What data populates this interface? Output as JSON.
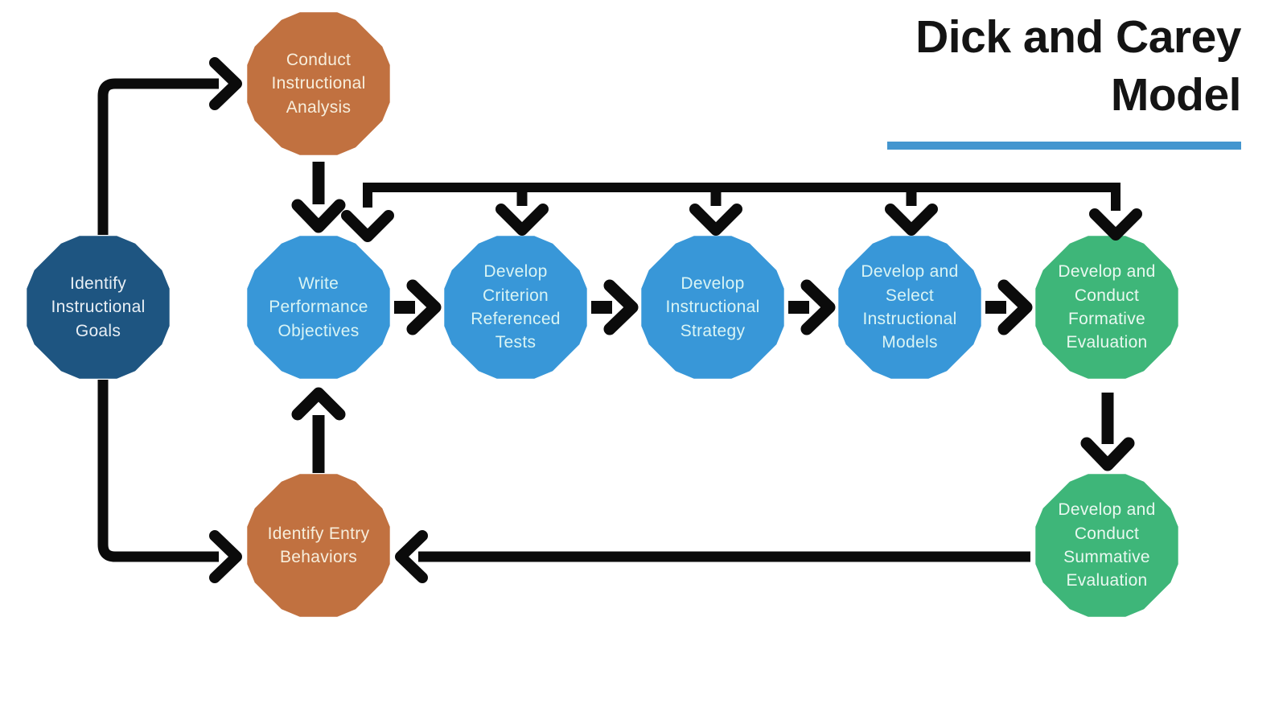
{
  "title": {
    "text": "Dick and Carey Model",
    "text_color": "#141414",
    "underline_color": "#4496cf"
  },
  "diagram": {
    "background": "#ffffff",
    "arrow_color": "#0b0b0b",
    "nodes": [
      {
        "id": "identify-instructional-goals",
        "label": "Identify Instructional Goals",
        "fill": "#1e5581",
        "text_color": "#e9eff5"
      },
      {
        "id": "conduct-instructional-analysis",
        "label": "Conduct Instructional Analysis",
        "fill": "#c17140",
        "text_color": "#f7eedc"
      },
      {
        "id": "write-performance-objectives",
        "label": "Write Performance Objectives",
        "fill": "#3897d8",
        "text_color": "#d9f4f4"
      },
      {
        "id": "develop-criterion-referenced-tests",
        "label": "Develop Criterion Referenced Tests",
        "fill": "#3897d8",
        "text_color": "#d9f4f4"
      },
      {
        "id": "develop-instructional-strategy",
        "label": "Develop Instructional Strategy",
        "fill": "#3897d8",
        "text_color": "#d9f4f4"
      },
      {
        "id": "develop-and-select-instructional-models",
        "label": "Develop and Select Instructional Models",
        "fill": "#3897d8",
        "text_color": "#d9f4f4"
      },
      {
        "id": "develop-and-conduct-formative-evaluation",
        "label": "Develop and Conduct Formative Evaluation",
        "fill": "#3eb679",
        "text_color": "#e9f8f0"
      },
      {
        "id": "develop-and-conduct-summative-evaluation",
        "label": "Develop and Conduct Summative Evaluation",
        "fill": "#3eb679",
        "text_color": "#e9f8f0"
      },
      {
        "id": "identify-entry-behaviors",
        "label": "Identify Entry Behaviors",
        "fill": "#c17140",
        "text_color": "#f7eedc"
      }
    ],
    "edges": [
      {
        "from": "identify-instructional-goals",
        "to": "conduct-instructional-analysis"
      },
      {
        "from": "identify-instructional-goals",
        "to": "identify-entry-behaviors"
      },
      {
        "from": "conduct-instructional-analysis",
        "to": "write-performance-objectives"
      },
      {
        "from": "identify-entry-behaviors",
        "to": "write-performance-objectives"
      },
      {
        "from": "write-performance-objectives",
        "to": "develop-criterion-referenced-tests"
      },
      {
        "from": "develop-criterion-referenced-tests",
        "to": "develop-instructional-strategy"
      },
      {
        "from": "develop-instructional-strategy",
        "to": "develop-and-select-instructional-models"
      },
      {
        "from": "develop-and-select-instructional-models",
        "to": "develop-and-conduct-formative-evaluation"
      },
      {
        "from": "develop-and-conduct-formative-evaluation",
        "to": "develop-and-conduct-summative-evaluation"
      },
      {
        "from": "develop-and-conduct-summative-evaluation",
        "to": "identify-entry-behaviors"
      }
    ],
    "feedback_line": {
      "targets": [
        "write-performance-objectives",
        "develop-criterion-referenced-tests",
        "develop-instructional-strategy",
        "develop-and-select-instructional-models",
        "develop-and-conduct-formative-evaluation"
      ]
    }
  }
}
